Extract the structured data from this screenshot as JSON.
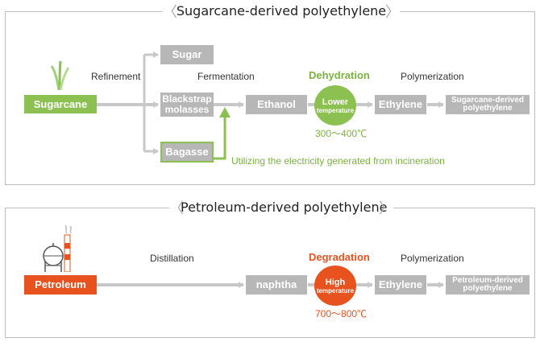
{
  "top": {
    "title": "Sugarcane-derived polyethylene",
    "source": "Sugarcane",
    "refinement": "Refinement",
    "sugar": "Sugar",
    "molasses": "Blackstrap molasses",
    "bagasse": "Bagasse",
    "fermentation": "Fermentation",
    "ethanol": "Ethanol",
    "process": "Dehydration",
    "circle_line1": "Lower",
    "circle_line2": "temperature",
    "temperature": "300～400℃",
    "polymerization": "Polymerization",
    "ethylene": "Ethylene",
    "product": "Sugarcane-derived polyethylene",
    "note": "Utilizing the electricity generated from incineration"
  },
  "bottom": {
    "title": "Petroleum-derived polyethylene",
    "source": "Petroleum",
    "distillation": "Distillation",
    "naphtha": "naphtha",
    "process": "Degradation",
    "circle_line1": "High",
    "circle_line2": "temperature",
    "temperature": "700～800℃",
    "polymerization": "Polymerization",
    "ethylene": "Ethylene",
    "product": "Petroleum-derived polyethylene"
  },
  "icons": {
    "top": "sugarcane-plant-icon",
    "bottom": "petroleum-refinery-icon"
  },
  "colors": {
    "green": "#8cc152",
    "green_text": "#7bb23f",
    "orange": "#e8521e",
    "gray": "#b7b7b7",
    "arrow": "#c8c8c8"
  }
}
